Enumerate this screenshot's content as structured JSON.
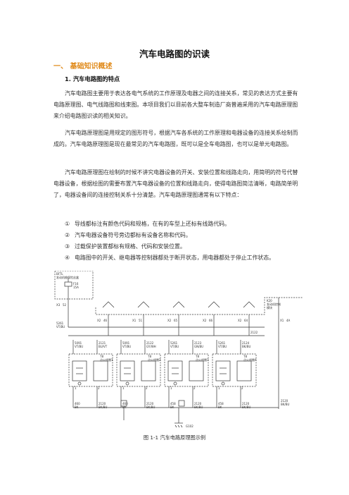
{
  "document": {
    "title": "汽车电路图的识读",
    "section_heading": "一、 基础知识概述",
    "subsection_heading": "1.   汽车电路图的特点",
    "paragraphs": [
      "汽车电路图主要用于表达各电气系统的工作原理及电器之间的连接关系，常见的表达方式主要有电路原理图、电气线路图和线束图。本项目我们以目前各大整车制造厂商普遍采用的汽车电路原理图来介绍电路图识读的相关知识。",
      "汽车电路原理图是用规定的图形符号，根据汽车各系统的工作原理和电器设备的连接关系绘制而成的。汽车电路原理图是现在最常见的汽车电路图，既可以是全车电路图，也可以是单元电路图。",
      "汽车电路原理图在绘制的时候不讲究电器设备的开关、安装位置和线路走向，用简明的符号代替电器设备，根据绘图的需要布置汽车电器设备的位置和线路走向，使得电路图简洁清晰，电路简单明了，电器设备间的连接控制关系十分清楚。汽车电路原理图通常有以下特点："
    ],
    "list_items": [
      {
        "num": "①",
        "text": "导线都标注有颜色代码和规格，在有的车型上还标有线路代码。"
      },
      {
        "num": "②",
        "text": "汽车电器设备符号旁边都标有设备名称和代码。"
      },
      {
        "num": "③",
        "text": "过载保护装置都标有规格、代码和安装位置。"
      },
      {
        "num": "④",
        "text": "电路图中的开关、继电器等控制器都处于断开状态，用电器都处于停止工作状态。"
      }
    ],
    "figure_caption": "图 1-1  汽车电路原理图示例"
  },
  "diagram": {
    "fuse_box_label": "BFTL",
    "fuse_box_desc1": "发动机舱保险丝盒",
    "fuse_label": "F16",
    "fuse_amp": "15A",
    "module_label": "K20",
    "module_desc1": "发动机控制",
    "module_desc2": "模块",
    "connectors_top": [
      "X3",
      "52",
      "X2",
      "46",
      "X1",
      "51",
      "X2",
      "65",
      "X2",
      "66",
      "X2",
      "64",
      "X1",
      "4A"
    ],
    "wire_top_code": "5261",
    "wire_top_color": "VT/BU",
    "bus_code": "2122",
    "ground_label": "G102",
    "cells": [
      {
        "wire1_code": "5091",
        "wire1_color": "VT/BU",
        "wire2_code": "2121",
        "wire2_color": "BU/VT",
        "component": "T8",
        "name": "点火线圈1",
        "pin_a": "1",
        "pin_b": "2",
        "pin_c": "4",
        "gnd_code": "460",
        "gnd_color": "BK",
        "ret_code": "2120",
        "ret_color": "BK/BU"
      },
      {
        "wire1_code": "5091",
        "wire1_color": "VT/BU",
        "wire2_code": "2122",
        "wire2_color": "GY/WH",
        "component": "T8",
        "name": "点火线圈2",
        "pin_a": "1",
        "pin_b": "2",
        "pin_c": "4",
        "gnd_code": "460",
        "gnd_color": "BK",
        "ret_code": "2120",
        "ret_color": "BK/BU"
      },
      {
        "wire1_code": "5261",
        "wire1_color": "VT/BU",
        "wire2_code": "2123",
        "wire2_color": "GN/BU",
        "component": "T8",
        "name": "点火线圈3",
        "pin_a": "1",
        "pin_b": "2",
        "pin_c": "4",
        "gnd_code": "458",
        "gnd_color": "BK",
        "ret_code": "2120",
        "ret_color": "BK/BU"
      },
      {
        "wire1_code": "5261",
        "wire1_color": "VT/BU",
        "wire2_code": "2124",
        "wire2_color": "BK/BU",
        "component": "T8",
        "name": "点火线圈4",
        "pin_a": "1",
        "pin_b": "2",
        "pin_c": "4",
        "gnd_code": "458",
        "gnd_color": "BK",
        "ret_code": "2120",
        "ret_color": "BK/BU"
      }
    ],
    "right_wire_code": "2120",
    "right_wire_color": "BK/BU"
  }
}
